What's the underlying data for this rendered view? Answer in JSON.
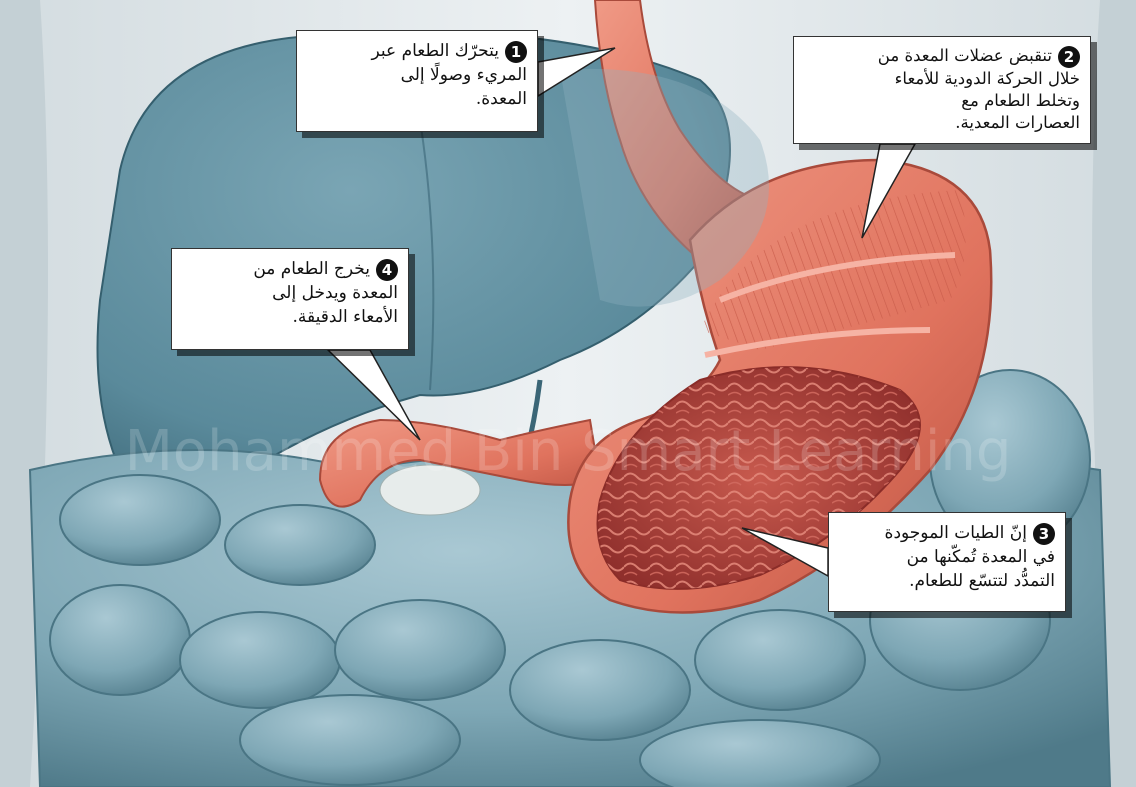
{
  "callouts": [
    {
      "number": "1",
      "lines": [
        "يتحرّك الطعام عبر",
        "المريء وصولًا إلى",
        "المعدة."
      ]
    },
    {
      "number": "2",
      "lines": [
        "تنقبض عضلات المعدة من",
        "خلال الحركة الدودية للأمعاء",
        "وتخلط الطعام مع",
        "العصارات المعدية."
      ]
    },
    {
      "number": "3",
      "lines": [
        "إنّ الطيات الموجودة",
        "في المعدة تُمكّنها من",
        "التمدُّد لتتسّع للطعام."
      ]
    },
    {
      "number": "4",
      "lines": [
        "يخرج الطعام من",
        "المعدة ويدخل إلى",
        "الأمعاء الدقيقة."
      ]
    }
  ],
  "colors": {
    "background": "#e9eef1",
    "organ_blue": "#5f8fa0",
    "organ_blue_dark": "#3f6c7d",
    "stomach": "#e5806c",
    "stomach_dark": "#b94f3e",
    "stomach_inner": "#a33b34",
    "callout_border": "#333333"
  },
  "watermark": "Mohammed Bin Smart Learning"
}
